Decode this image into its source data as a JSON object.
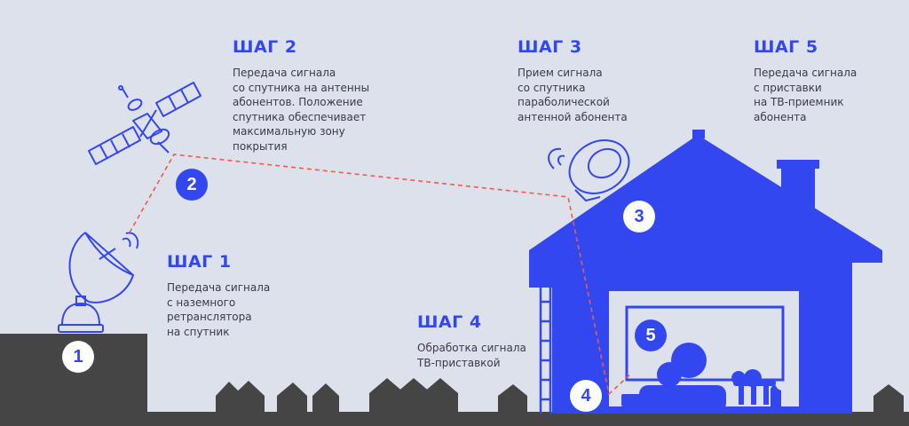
{
  "colors": {
    "background": "#dde1eb",
    "accent": "#3347f0",
    "ground": "#454545",
    "signal": "#f05a4a",
    "text": "#3a3a4a"
  },
  "steps": [
    {
      "title": "ШАГ 1",
      "desc": [
        "Передача сигнала",
        "с наземного",
        "ретранслятора",
        "на спутник"
      ]
    },
    {
      "title": "ШАГ 2",
      "desc": [
        "Передача сигнала",
        "со спутника на антенны",
        "абонентов. Положение",
        "спутника обеспечивает",
        "максимальную зону",
        "покрытия"
      ]
    },
    {
      "title": "ШАГ 3",
      "desc": [
        "Прием сигнала",
        "со спутника",
        "параболической",
        "антенной абонента"
      ]
    },
    {
      "title": "ШАГ 4",
      "desc": [
        "Обработка сигнала",
        "ТВ-приставкой"
      ]
    },
    {
      "title": "ШАГ 5",
      "desc": [
        "Передача сигнала",
        "с приставки",
        "на ТВ-приемник",
        "абонента"
      ]
    }
  ],
  "badges": [
    "1",
    "2",
    "3",
    "4",
    "5"
  ],
  "icons": {
    "ground_station": "ground-antenna-icon",
    "satellite": "satellite-icon",
    "dish": "satellite-dish-icon",
    "house": "house-icon",
    "tv": "tv-screen-icon",
    "viewers": "viewers-icon"
  }
}
